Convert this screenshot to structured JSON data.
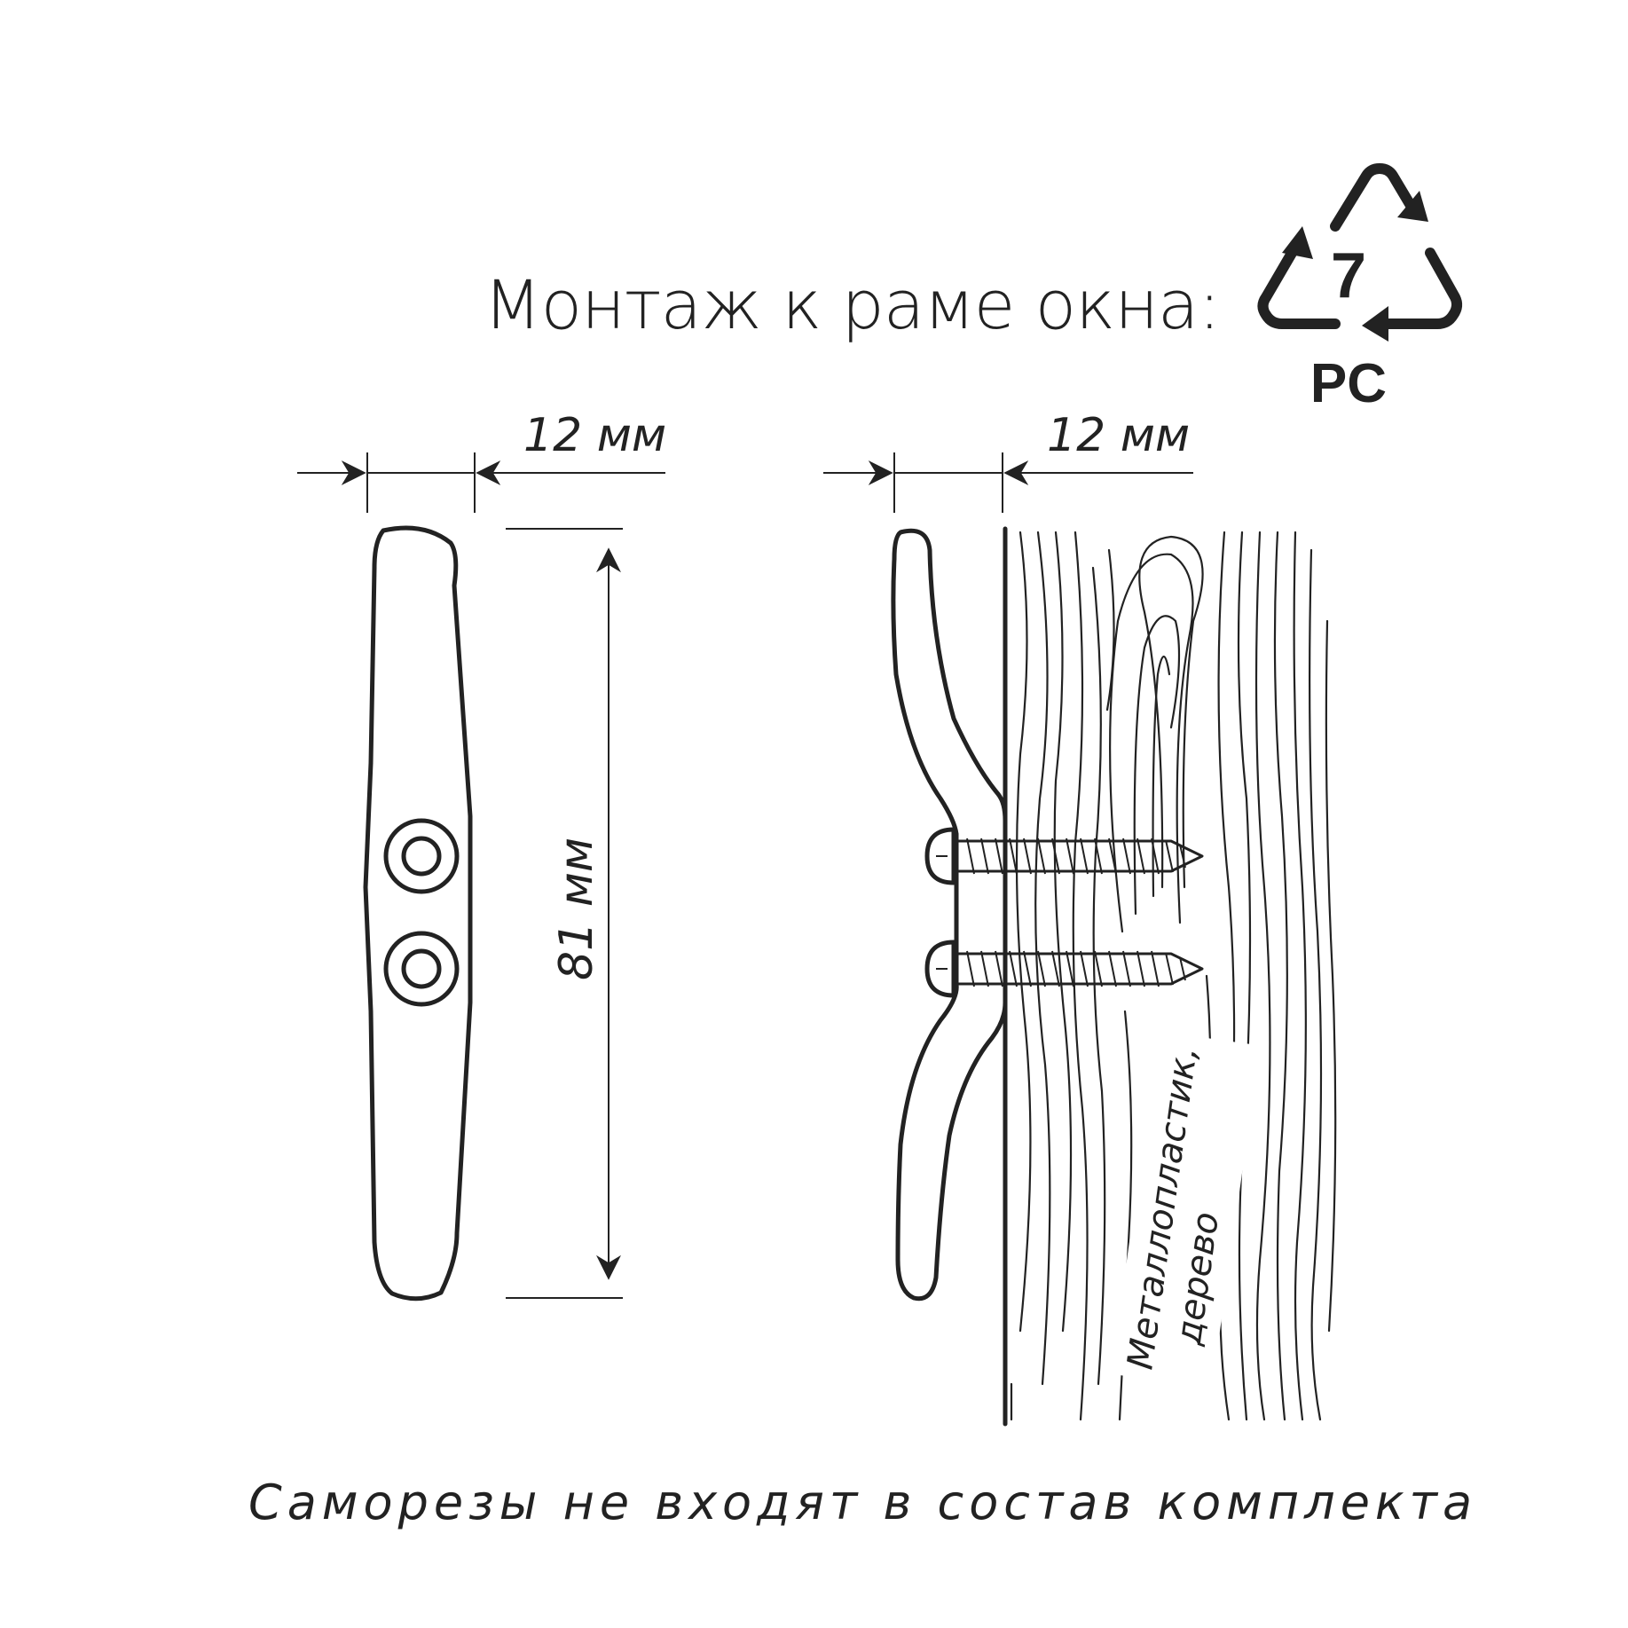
{
  "title": "Монтаж к раме окна:",
  "recycle": {
    "number": "7",
    "code": "PC"
  },
  "dimensions": {
    "front_width": "12 мм",
    "side_width": "12 мм",
    "height": "81 мм"
  },
  "material_label": {
    "line1": "Металлопластик,",
    "line2": "дерево"
  },
  "footer_note": "Саморезы не входят в состав комплекта"
}
